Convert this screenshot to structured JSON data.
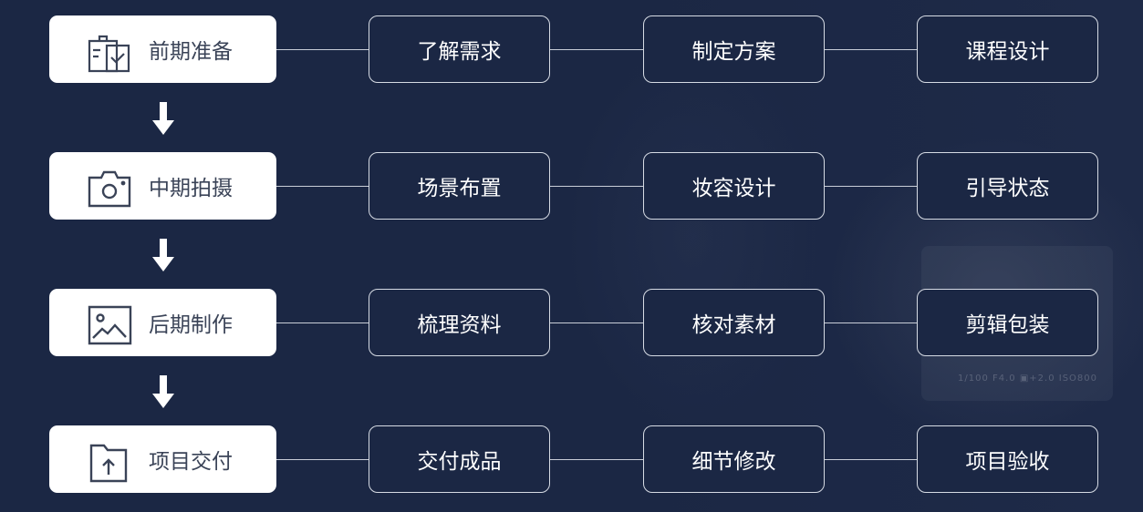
{
  "stages": [
    {
      "title": "前期准备",
      "icon": "clipboard-check-icon",
      "steps": [
        "了解需求",
        "制定方案",
        "课程设计"
      ]
    },
    {
      "title": "中期拍摄",
      "icon": "camera-icon",
      "steps": [
        "场景布置",
        "妆容设计",
        "引导状态"
      ]
    },
    {
      "title": "后期制作",
      "icon": "image-icon",
      "steps": [
        "梳理资料",
        "核对素材",
        "剪辑包装"
      ]
    },
    {
      "title": "项目交付",
      "icon": "folder-upload-icon",
      "steps": [
        "交付成品",
        "细节修改",
        "项目验收"
      ]
    }
  ],
  "background_lcd": "1/100   F4.0   ▣+2.0   ISO800",
  "colors": {
    "background": "#1b2744",
    "card": "#ffffff",
    "icon": "#3a4357"
  }
}
